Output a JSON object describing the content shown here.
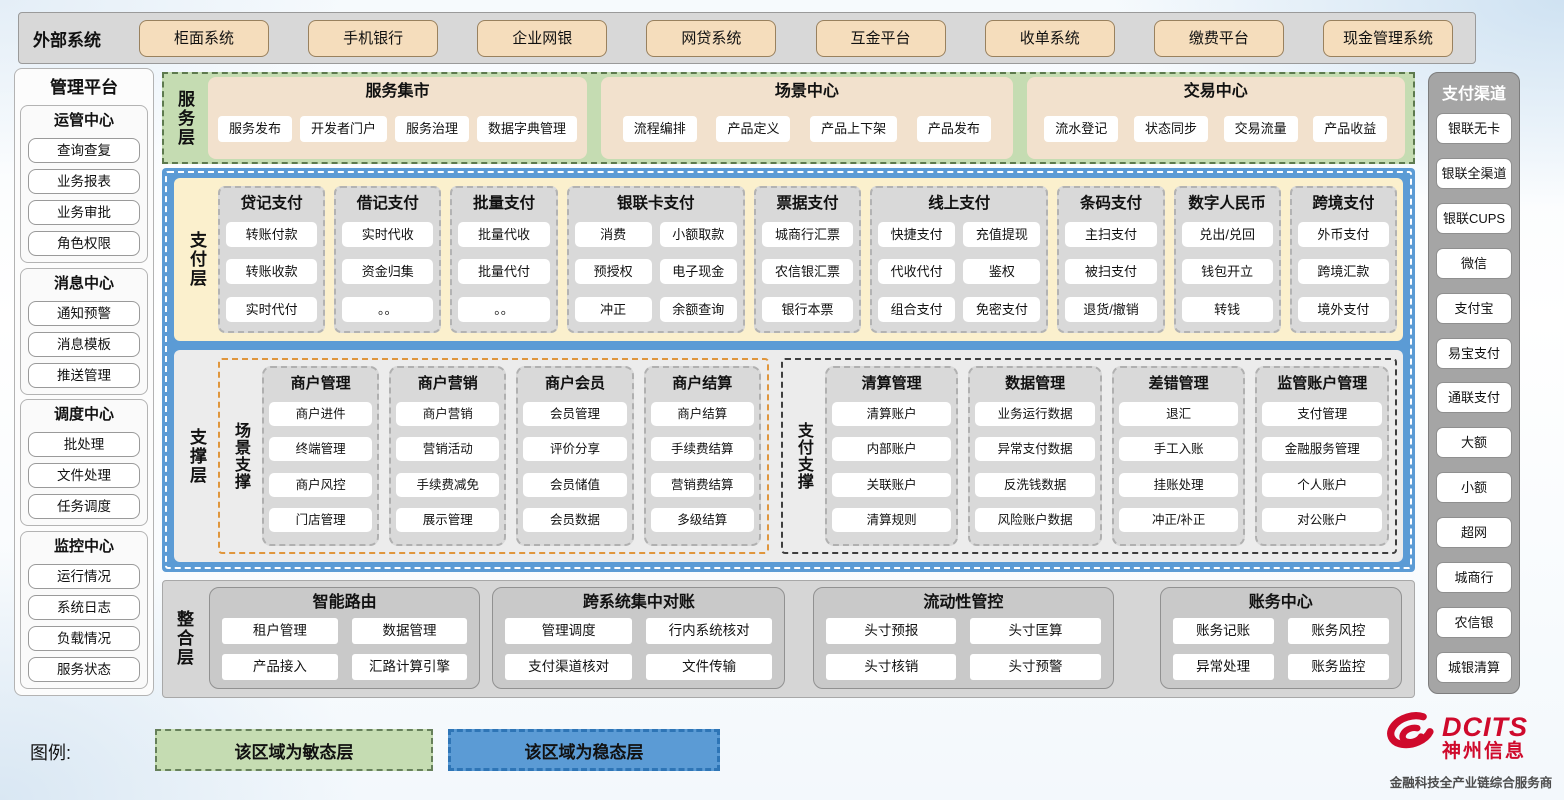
{
  "external": {
    "label": "外部系统",
    "systems": [
      "柜面系统",
      "手机银行",
      "企业网银",
      "网贷系统",
      "互金平台",
      "收单系统",
      "缴费平台",
      "现金管理系统"
    ]
  },
  "management": {
    "title": "管理平台",
    "groups": [
      {
        "title": "运管中心",
        "items": [
          "查询查复",
          "业务报表",
          "业务审批",
          "角色权限"
        ]
      },
      {
        "title": "消息中心",
        "items": [
          "通知预警",
          "消息模板",
          "推送管理"
        ]
      },
      {
        "title": "调度中心",
        "items": [
          "批处理",
          "文件处理",
          "任务调度"
        ]
      },
      {
        "title": "监控中心",
        "items": [
          "运行情况",
          "系统日志",
          "负载情况",
          "服务状态"
        ]
      }
    ]
  },
  "channels": {
    "title": "支付渠道",
    "items": [
      "银联无卡",
      "银联全渠道",
      "银联CUPS",
      "微信",
      "支付宝",
      "易宝支付",
      "通联支付",
      "大额",
      "小额",
      "超网",
      "城商行",
      "农信银",
      "城银清算"
    ]
  },
  "service_layer": {
    "label": "服务层",
    "groups": [
      {
        "title": "服务集市",
        "items": [
          "服务发布",
          "开发者门户",
          "服务治理",
          "数据字典管理"
        ]
      },
      {
        "title": "场景中心",
        "items": [
          "流程编排",
          "产品定义",
          "产品上下架",
          "产品发布"
        ]
      },
      {
        "title": "交易中心",
        "items": [
          "流水登记",
          "状态同步",
          "交易流量",
          "产品收益"
        ]
      }
    ]
  },
  "payment_layer": {
    "label": "支付层",
    "columns": [
      {
        "title": "贷记支付",
        "cols": 1,
        "items": [
          "转账付款",
          "转账收款",
          "实时代付"
        ]
      },
      {
        "title": "借记支付",
        "cols": 1,
        "items": [
          "实时代收",
          "资金归集",
          "。。"
        ]
      },
      {
        "title": "批量支付",
        "cols": 1,
        "items": [
          "批量代收",
          "批量代付",
          "。。"
        ]
      },
      {
        "title": "银联卡支付",
        "cols": 2,
        "items": [
          "消费",
          "小额取款",
          "预授权",
          "电子现金",
          "冲正",
          "余额查询"
        ]
      },
      {
        "title": "票据支付",
        "cols": 1,
        "items": [
          "城商行汇票",
          "农信银汇票",
          "银行本票"
        ]
      },
      {
        "title": "线上支付",
        "cols": 2,
        "items": [
          "快捷支付",
          "充值提现",
          "代收代付",
          "鉴权",
          "组合支付",
          "免密支付"
        ]
      },
      {
        "title": "条码支付",
        "cols": 1,
        "items": [
          "主扫支付",
          "被扫支付",
          "退货/撤销"
        ]
      },
      {
        "title": "数字人民币",
        "cols": 1,
        "items": [
          "兑出/兑回",
          "钱包开立",
          "转钱"
        ]
      },
      {
        "title": "跨境支付",
        "cols": 1,
        "items": [
          "外币支付",
          "跨境汇款",
          "境外支付"
        ]
      }
    ]
  },
  "support_layer": {
    "label": "支撑层",
    "groups": [
      {
        "label": "场景支撑",
        "columns": [
          {
            "title": "商户管理",
            "items": [
              "商户进件",
              "终端管理",
              "商户风控",
              "门店管理"
            ]
          },
          {
            "title": "商户营销",
            "items": [
              "商户营销",
              "营销活动",
              "手续费减免",
              "展示管理"
            ]
          },
          {
            "title": "商户会员",
            "items": [
              "会员管理",
              "评价分享",
              "会员储值",
              "会员数据"
            ]
          },
          {
            "title": "商户结算",
            "items": [
              "商户结算",
              "手续费结算",
              "营销费结算",
              "多级结算"
            ]
          }
        ]
      },
      {
        "label": "支付支撑",
        "columns": [
          {
            "title": "清算管理",
            "items": [
              "清算账户",
              "内部账户",
              "关联账户",
              "清算规则"
            ]
          },
          {
            "title": "数据管理",
            "items": [
              "业务运行数据",
              "异常支付数据",
              "反洗钱数据",
              "风险账户数据"
            ]
          },
          {
            "title": "差错管理",
            "items": [
              "退汇",
              "手工入账",
              "挂账处理",
              "冲正/补正"
            ]
          },
          {
            "title": "监管账户管理",
            "items": [
              "支付管理",
              "金融服务管理",
              "个人账户",
              "对公账户"
            ]
          }
        ]
      }
    ]
  },
  "integration_layer": {
    "label": "整合层",
    "groups": [
      {
        "title": "智能路由",
        "items": [
          "租户管理",
          "数据管理",
          "产品接入",
          "汇路计算引擎"
        ]
      },
      {
        "title": "跨系统集中对账",
        "items": [
          "管理调度",
          "行内系统核对",
          "支付渠道核对",
          "文件传输"
        ]
      },
      {
        "title": "流动性管控",
        "items": [
          "头寸预报",
          "头寸匡算",
          "头寸核销",
          "头寸预警"
        ]
      },
      {
        "title": "账务中心",
        "items": [
          "账务记账",
          "账务风控",
          "异常处理",
          "账务监控"
        ]
      }
    ]
  },
  "legend": {
    "label": "图例:",
    "agile": "该区域为敏态层",
    "stable": "该区域为稳态层"
  },
  "logo": {
    "brand": "DCITS",
    "name": "神州信息",
    "tagline": "金融科技全产业链综合服务商"
  },
  "colors": {
    "agile_green": "#c5dcb2",
    "stable_blue": "#5b9bd5",
    "payment_cream": "#fbf0cd",
    "external_tan": "#f5ddbc",
    "panel_gray": "#d9d9d9",
    "brand_red": "#cf0a2c"
  }
}
